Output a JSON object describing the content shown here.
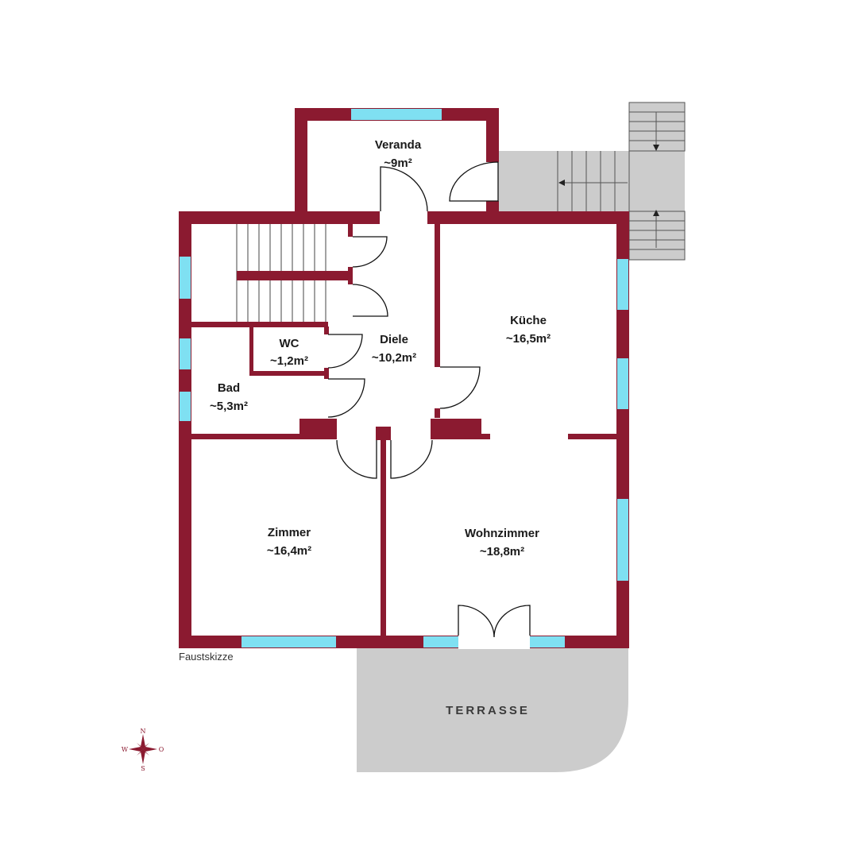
{
  "colors": {
    "wall": "#8b1a30",
    "window": "#7fe0f2",
    "outdoor": "#cccccc",
    "stair_line": "#555555"
  },
  "rooms": {
    "veranda": {
      "name": "Veranda",
      "area": "~9m²"
    },
    "kueche": {
      "name": "Küche",
      "area": "~16,5m²"
    },
    "diele": {
      "name": "Diele",
      "area": "~10,2m²"
    },
    "wc": {
      "name": "WC",
      "area": "~1,2m²"
    },
    "bad": {
      "name": "Bad",
      "area": "~5,3m²"
    },
    "zimmer": {
      "name": "Zimmer",
      "area": "~16,4m²"
    },
    "wohnzimmer": {
      "name": "Wohnzimmer",
      "area": "~18,8m²"
    }
  },
  "terrace": {
    "name": "TERRASSE"
  },
  "note": "Faustskizze",
  "compass": {
    "north": "N",
    "south": "S",
    "west": "W",
    "east": "O",
    "icon": "compass-rose-icon"
  }
}
